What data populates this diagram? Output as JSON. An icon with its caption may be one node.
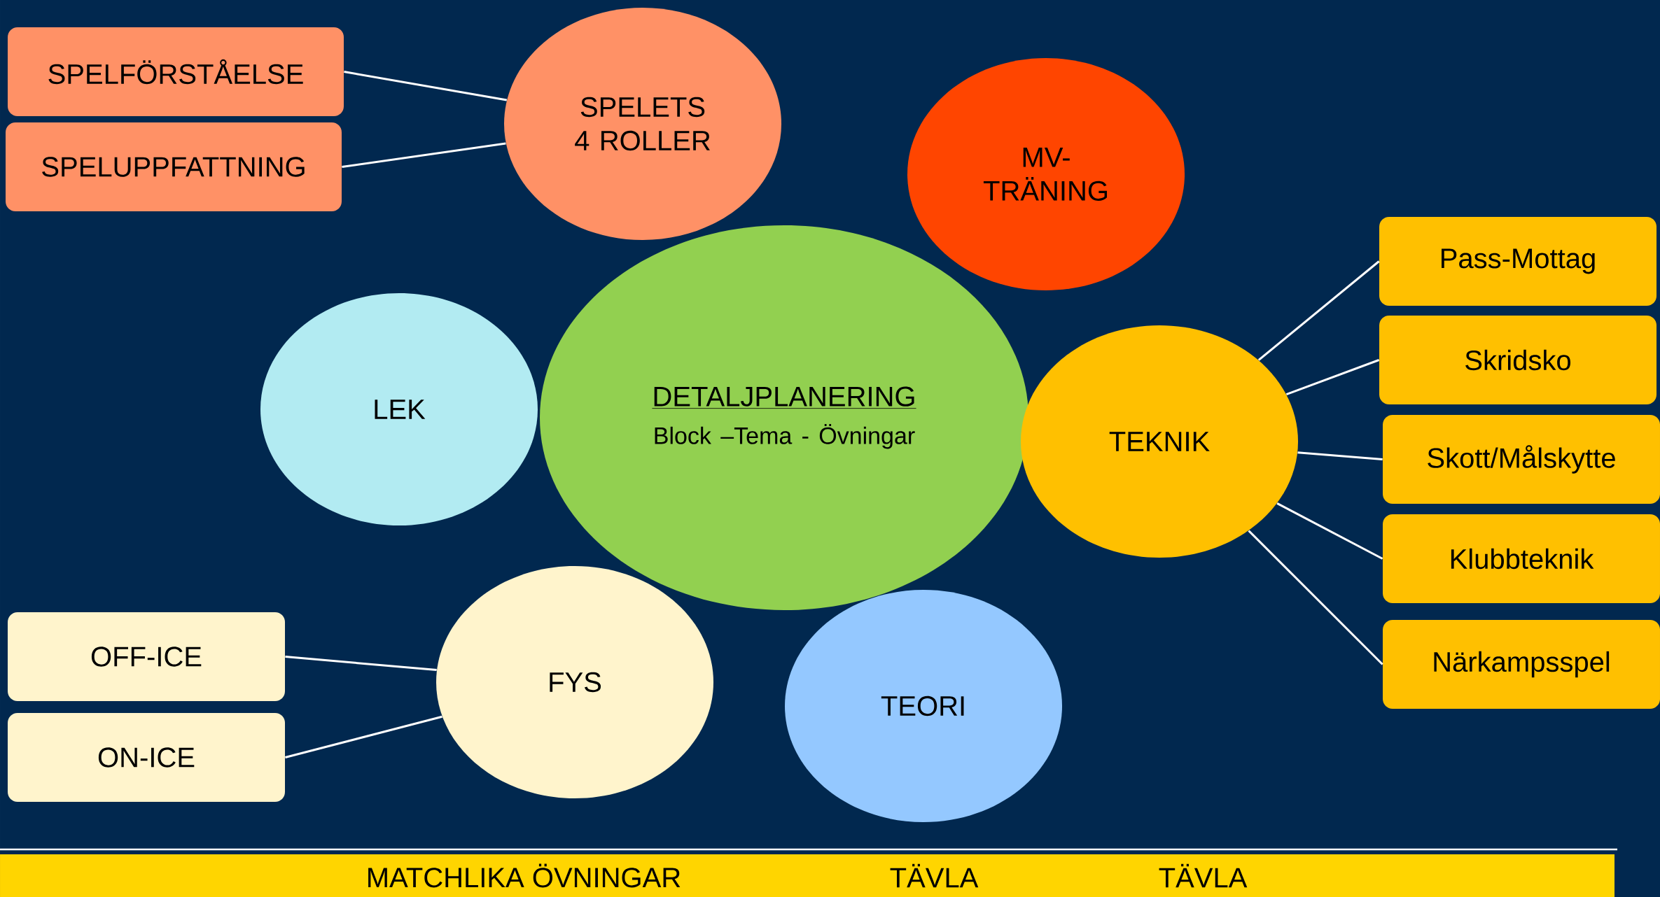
{
  "diagram": {
    "nodes": [
      {
        "text": [
          "SPELFÖRSTÅELSE"
        ]
      },
      {
        "text": [
          "SPELUPPFATTNING"
        ]
      },
      {
        "text": [
          "SPELETS 4 ROLLER"
        ]
      },
      {
        "text": [
          "MV-TRÄNING"
        ]
      },
      {
        "text": [
          "DETALJPLANERING",
          "Block –Tema - Övningar"
        ]
      },
      {
        "text": [
          "LEK"
        ]
      },
      {
        "text": [
          "TEKNIK"
        ]
      },
      {
        "text": [
          "Pass-Mottag"
        ]
      },
      {
        "text": [
          "Skridsko"
        ]
      },
      {
        "text": [
          "Skott/Målskytte"
        ]
      },
      {
        "text": [
          "Klubbteknik"
        ]
      },
      {
        "text": [
          "Närkampsspel"
        ]
      },
      {
        "text": [
          "OFF-ICE"
        ]
      },
      {
        "text": [
          "ON-ICE"
        ]
      },
      {
        "text": [
          "FYS"
        ]
      },
      {
        "text": [
          "TEORI"
        ]
      },
      {
        "text": [
          "MATCHLIKA ÖVNINGAR",
          "TÄVLA",
          "TÄVLA"
        ]
      }
    ],
    "edges": [
      {
        "from": 0,
        "to": 2,
        "arrow": "none"
      },
      {
        "from": 1,
        "to": 2,
        "arrow": "none"
      },
      {
        "from": 6,
        "to": 7,
        "arrow": "none"
      },
      {
        "from": 6,
        "to": 8,
        "arrow": "none"
      },
      {
        "from": 6,
        "to": 9,
        "arrow": "none"
      },
      {
        "from": 6,
        "to": 10,
        "arrow": "none"
      },
      {
        "from": 6,
        "to": 11,
        "arrow": "none"
      },
      {
        "from": 12,
        "to": 14,
        "arrow": "none"
      },
      {
        "from": 13,
        "to": 14,
        "arrow": "none"
      }
    ]
  }
}
